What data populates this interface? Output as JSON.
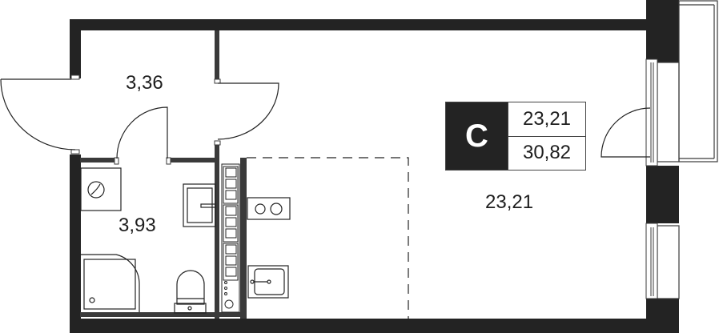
{
  "plan": {
    "type": "studio apartment floor plan",
    "colors": {
      "wall": "#232323",
      "line": "#3a3a3a",
      "background": "#ffffff"
    }
  },
  "rooms": {
    "hallway": {
      "area": "3,36"
    },
    "bathroom": {
      "area": "3,93"
    },
    "living": {
      "area": "23,21"
    }
  },
  "badge": {
    "letter": "С",
    "living_area": "23,21",
    "total_area": "30,82"
  }
}
